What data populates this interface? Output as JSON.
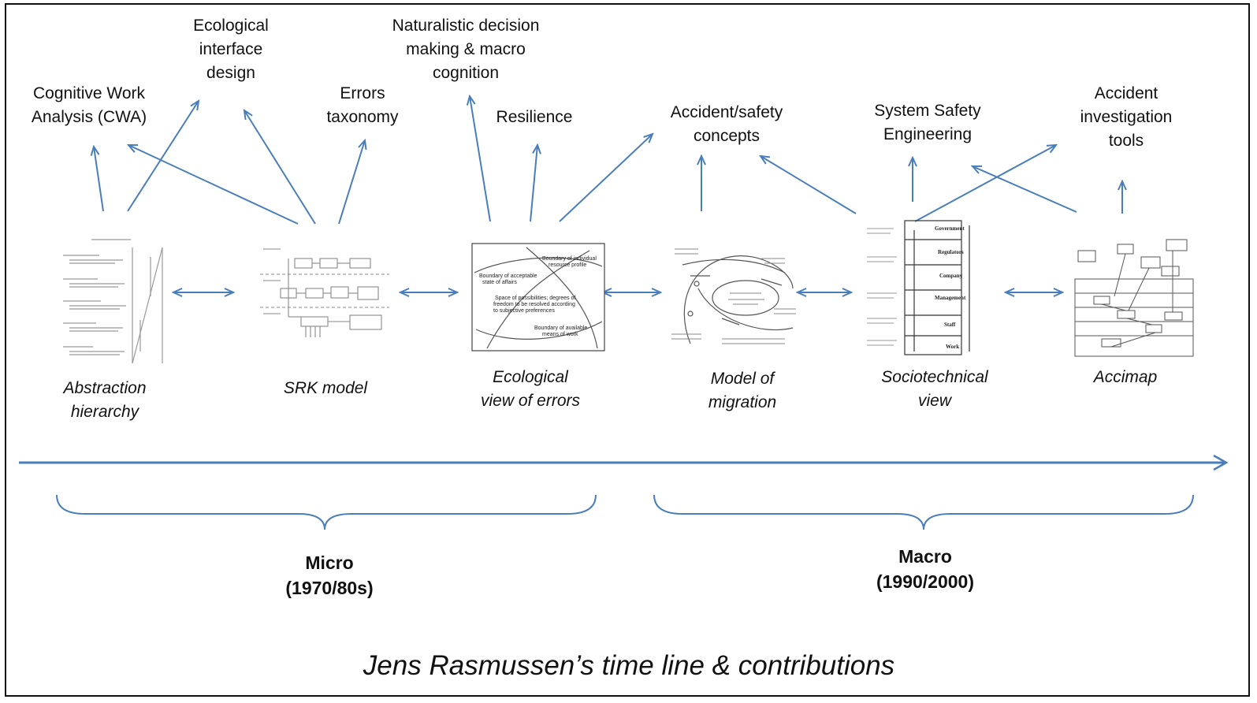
{
  "colors": {
    "arrow": "#4a7ebb",
    "axis": "#4a7ebb",
    "brace": "#4a7ebb",
    "text": "#111111"
  },
  "title": "Jens Rasmussen’s  time line & contributions",
  "contributions": {
    "cwa": "Cognitive Work\nAnalysis (CWA)",
    "eid": "Ecological\ninterface\ndesign",
    "errors_taxonomy": "Errors\ntaxonomy",
    "ndm": "Naturalistic decision\nmaking & macro\ncognition",
    "resilience": "Resilience",
    "accident_safety": "Accident/safety\nconcepts",
    "system_safety": "System Safety\nEngineering",
    "accident_tools": "Accident\ninvestigation\ntools"
  },
  "models": {
    "abstraction": "Abstraction\nhierarchy",
    "srk": "SRK model",
    "ecological": "Ecological\nview of errors",
    "migration": "Model of\nmigration",
    "sociotechnical": "Sociotechnical\nview",
    "accimap": "Accimap"
  },
  "thumbnail_text": {
    "ecological": {
      "t1": "Boundary of individual",
      "t2": "resource profile",
      "t3": "Boundary of acceptable",
      "t4": "state of affairs",
      "t5": "Space of possibilities; degrees of",
      "t6": "freedom to be resolved according",
      "t7": "to subjective preferences",
      "t8": "Boundary of available",
      "t9": "means of work"
    },
    "sociotechnical": {
      "s1": "Government",
      "s2": "Regulators",
      "s3": "Company",
      "s4": "Management",
      "s5": "Staff",
      "s6": "Work"
    }
  },
  "eras": {
    "micro": "Micro\n(1970/80s)",
    "macro": "Macro\n(1990/2000)"
  }
}
